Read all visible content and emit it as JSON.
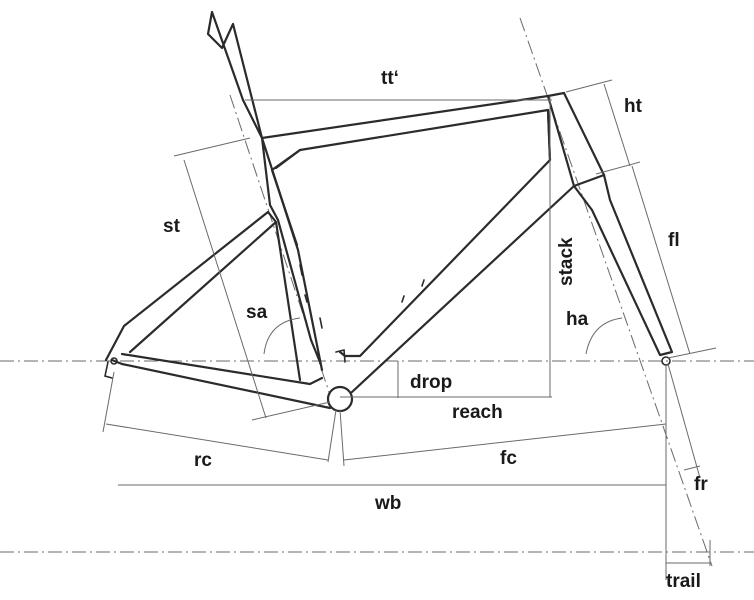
{
  "labels": {
    "tt": "tt‘",
    "ht": "ht",
    "st": "st",
    "fl": "fl",
    "stack": "stack",
    "sa": "sa",
    "ha": "ha",
    "drop": "drop",
    "reach": "reach",
    "rc": "rc",
    "fc": "fc",
    "wb": "wb",
    "fr": "fr",
    "trail": "trail"
  },
  "colors": {
    "frame": "#2b2b2b",
    "dimension_line": "#6a6a6a",
    "label": "#1a1a1a",
    "background": "#ffffff"
  }
}
